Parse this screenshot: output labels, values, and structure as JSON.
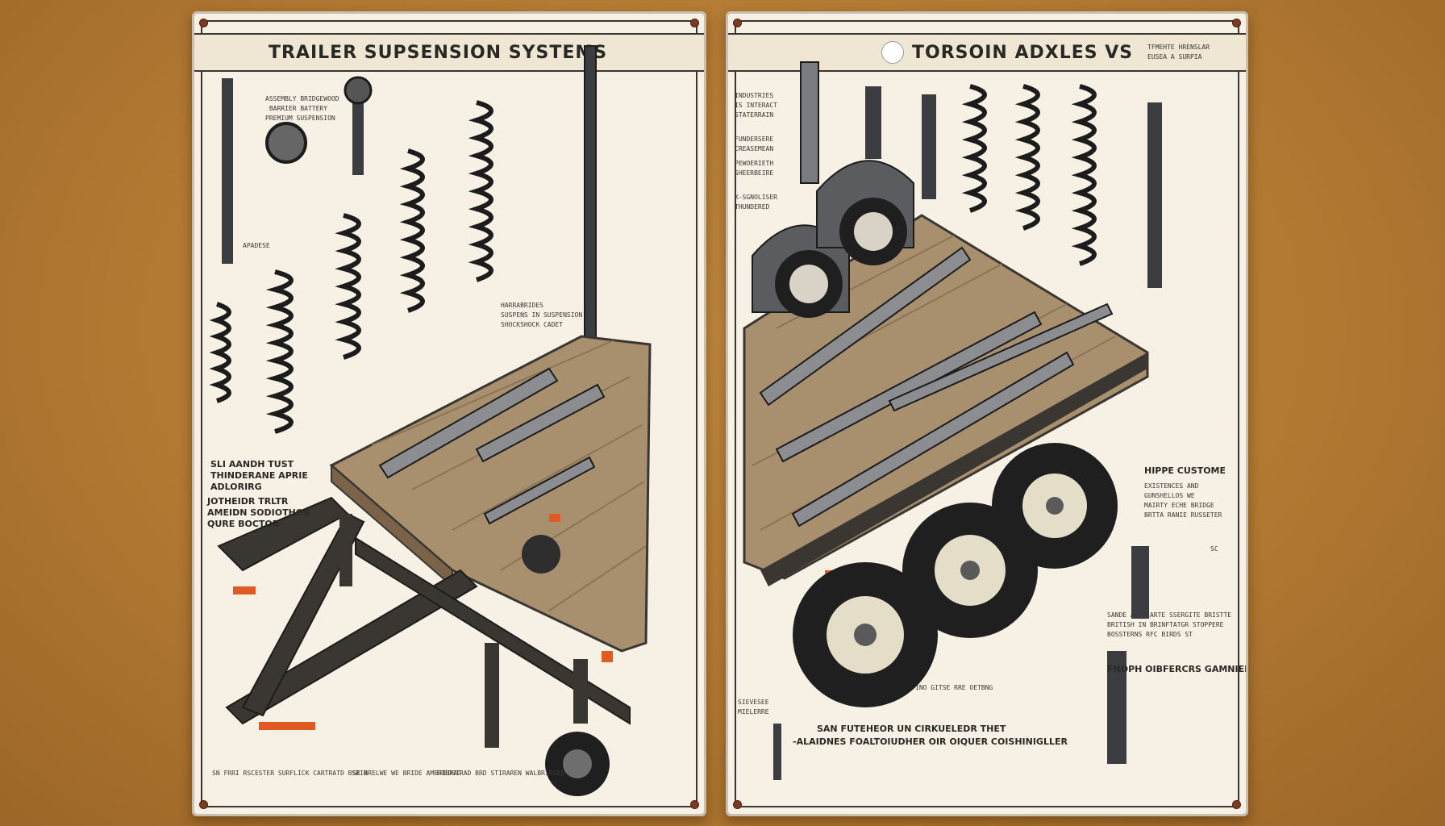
{
  "left_poster": {
    "title": "TRAILER SUPSENSION SYSTEMS",
    "captions": {
      "c1": "ASSEMBLY BRIDGEWOOD\n BARRIER BATTERY\nPREMIUM SUSPENSION",
      "c2": "APADESE",
      "c3": "SLI AANDH TUST\nTHINDERANE APRIE\nADLORIRG",
      "c4": "JOTHEIDR TRLTR\nAMEIDN SODIOTHOS\nQURE BOCTOR",
      "c5": "HARRABRIDES\nSUSPENS IN SUSPENSION\nSHOCKSHOCK CADET",
      "c6": "SN FRRI RSCESTER SURFLICK CARTRATD BSRIR",
      "c7": "SE BRELWE WE BRIDE AMERIBRAD",
      "c8": "EREDSTRAD BRD STIRAREN WALBRIRSED"
    }
  },
  "right_poster": {
    "title": "TORSOIN ADXLES VS",
    "captions": {
      "c1": "TFMEHTE HRENSLAR\nEUSEA A SURPIA",
      "c2": "INDUSTRIES\nIS INTERACT\nSTATERRAIN",
      "c3": "FUNDERSERE\nCREASEMEAN",
      "c4": "PEWOERIETH\nSHEERBEIRE",
      "c5": "K-SGNOLISER\nTHUNDERED",
      "c6": "HIPPE CUSTOME",
      "c7": "EXISTENCES AND\nGUNSHELLOS WE\nMAIRTY ECHE BRIDGE\nBRTTA RANIE RUSSETER",
      "c8": "SC",
      "c9": "SANDE AN SEARTE SSERGITE BRISTTE\nBRITISH IN BRINFTATGR STOPPERE\nBOSSTERNS RFC BIRDS ST",
      "c10": "FNOPH OIBFERCRS GAMNIELTH",
      "c11": "INO GITSE RRE OETBNG",
      "c12": "SIEVESEE\nMIELERRE",
      "c13": "SAN FUTEHEOR UN CIRKUELEDR THET",
      "c14": "-ALAIDNES FOALTOIUDHER OIR OIQUER COISHINIGLLER"
    }
  },
  "colors": {
    "frame": "#3a3733",
    "deck": "#a8906f",
    "accent": "#e05a24",
    "tire": "#1f1f1f"
  }
}
